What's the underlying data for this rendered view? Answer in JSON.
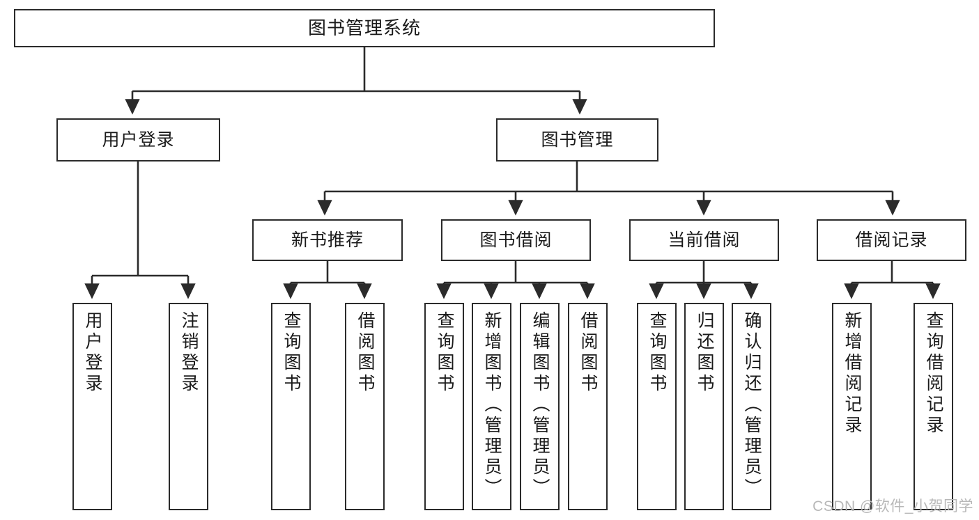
{
  "diagram": {
    "title": "图书管理系统",
    "watermark": "CSDN @软件_小贺同学",
    "colors": {
      "box_border": "#2b2b2b",
      "box_fill": "#ffffff",
      "edge": "#2b2b2b",
      "text": "#1a1a1a",
      "watermark": "#b8b8b8",
      "background": "#ffffff"
    },
    "nodes": {
      "root": {
        "label": "图书管理系统"
      },
      "level2": [
        {
          "label": "用户登录"
        },
        {
          "label": "图书管理"
        }
      ],
      "level3": [
        {
          "label": "新书推荐"
        },
        {
          "label": "图书借阅"
        },
        {
          "label": "当前借阅"
        },
        {
          "label": "借阅记录"
        }
      ],
      "leaves": {
        "user_login": [
          {
            "label": "用户登录"
          },
          {
            "label": "注销登录"
          }
        ],
        "new_book_recommend": [
          {
            "label": "查询图书"
          },
          {
            "label": "借阅图书"
          }
        ],
        "book_borrow": [
          {
            "label": "查询图书"
          },
          {
            "label": "新增图书（管理员）"
          },
          {
            "label": "编辑图书（管理员）"
          },
          {
            "label": "借阅图书"
          }
        ],
        "current_borrow": [
          {
            "label": "查询图书"
          },
          {
            "label": "归还图书"
          },
          {
            "label": "确认归还（管理员）"
          }
        ],
        "borrow_record": [
          {
            "label": "新增借阅记录"
          },
          {
            "label": "查询借阅记录"
          }
        ]
      }
    }
  }
}
